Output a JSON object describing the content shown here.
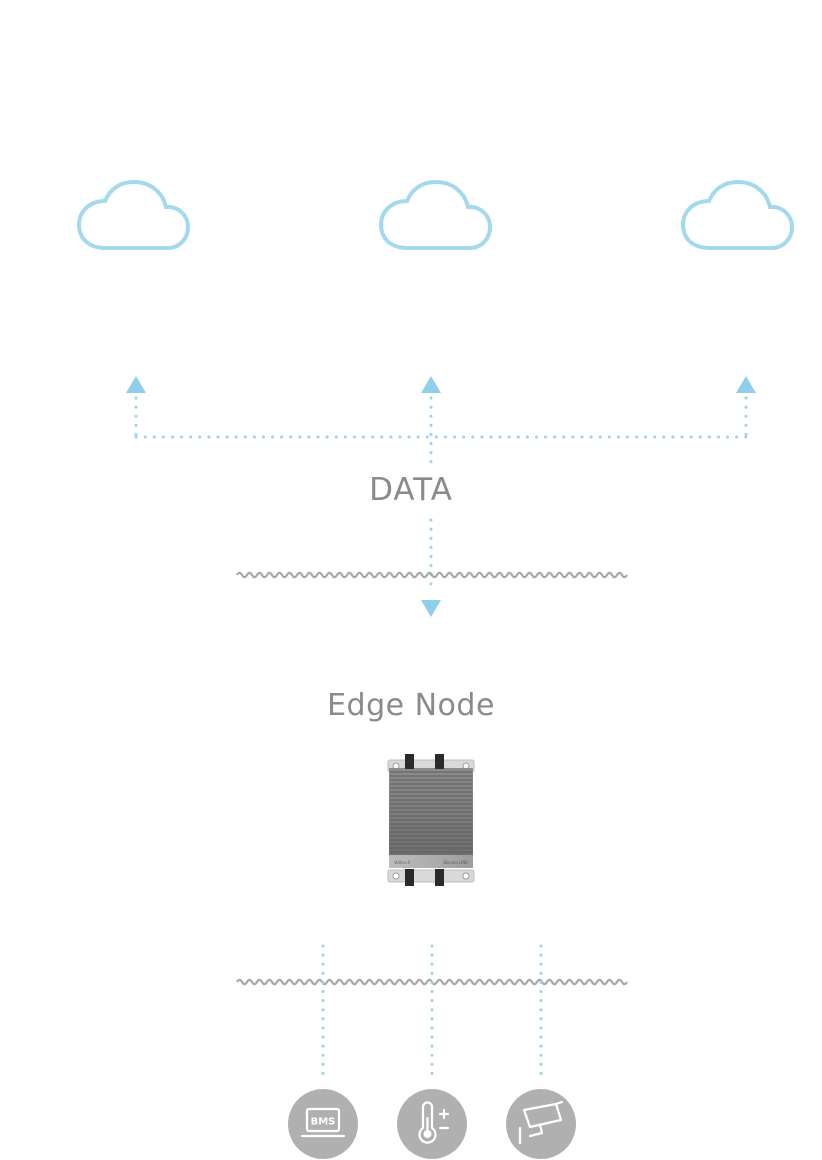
{
  "labels": {
    "data": "DATA",
    "edge_node": "Edge Node"
  },
  "device_labels": {
    "left": "Voltcx 4",
    "right": "Derivio LINK"
  },
  "sources": [
    {
      "name": "bms",
      "text": "BMS",
      "icon": "laptop-icon"
    },
    {
      "name": "temperature",
      "icon": "thermometer-icon"
    },
    {
      "name": "camera",
      "icon": "security-camera-icon"
    }
  ],
  "colors": {
    "cloud": "#a3d8ef",
    "flow": "#8fcfe9",
    "label": "#8a8a8a",
    "wave": "#a7a7a7",
    "badge": "#b0b0b0"
  }
}
